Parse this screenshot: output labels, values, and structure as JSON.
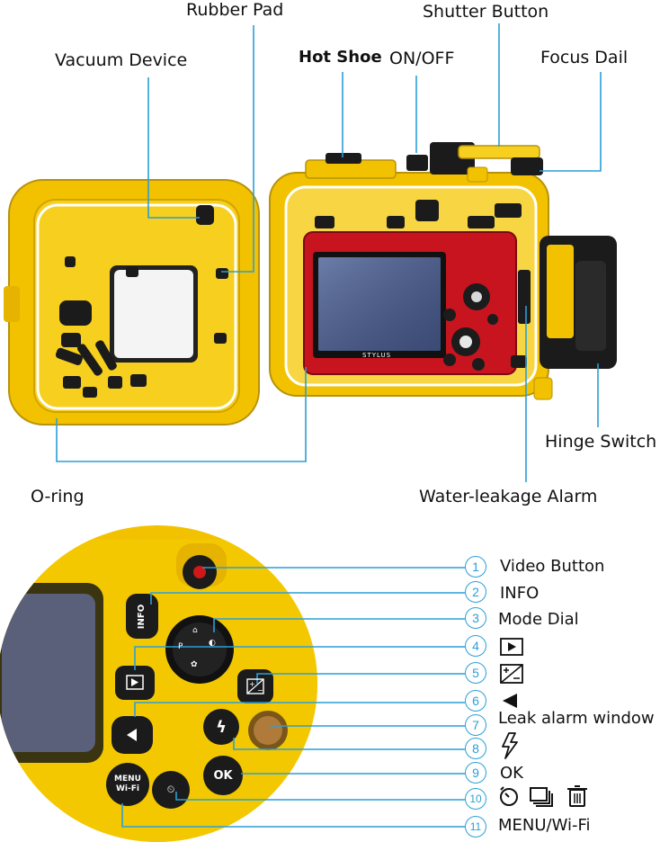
{
  "callouts": {
    "rubber_pad": "Rubber Pad",
    "shutter_button": "Shutter Button",
    "vacuum_device": "Vacuum Device",
    "hot_shoe": "Hot Shoe",
    "on_off": "ON/OFF",
    "focus_dial": "Focus Dail",
    "hinge_switch": "Hinge Switch",
    "o_ring": "O-ring",
    "water_leakage_alarm": "Water-leakage Alarm"
  },
  "camera_brand": "STYLUS",
  "control_panel": {
    "video_btn": "●",
    "info_btn": "INFO",
    "ok_btn": "OK",
    "menu_btn": "MENU\nWi-Fi",
    "flash_btn": "ϟ",
    "play_btn": "▶",
    "left_btn": "◀"
  },
  "legend": [
    {
      "num": "1",
      "text": "Video Button"
    },
    {
      "num": "2",
      "text": "INFO"
    },
    {
      "num": "3",
      "text": "Mode Dial"
    },
    {
      "num": "4",
      "text": "",
      "icon": "play-box-icon"
    },
    {
      "num": "5",
      "text": "",
      "icon": "exposure-compensation-icon"
    },
    {
      "num": "6",
      "text": "",
      "icon": "left-arrow-icon"
    },
    {
      "num": "7",
      "text": "Leak alarm window"
    },
    {
      "num": "8",
      "text": "",
      "icon": "flash-icon"
    },
    {
      "num": "9",
      "text": "OK"
    },
    {
      "num": "10",
      "text": "",
      "icon": "timer-burst-trash-icon"
    },
    {
      "num": "11",
      "text": "MENU/Wi-Fi"
    }
  ],
  "colors": {
    "housing_yellow": "#f5c400",
    "camera_red": "#c8141e",
    "leader_blue": "#2a9fd6"
  }
}
